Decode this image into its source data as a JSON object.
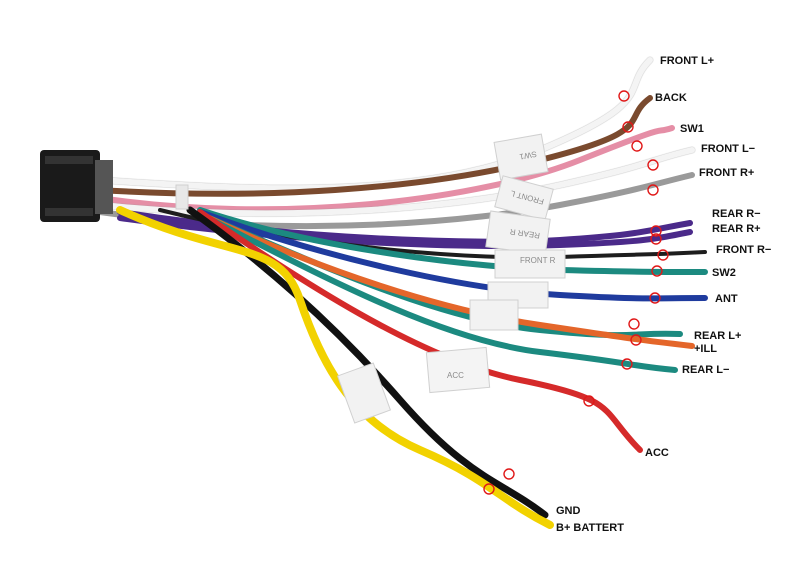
{
  "wires": [
    {
      "id": "front-l-plus",
      "label": "FRONT L+",
      "color": "#f4f4f4"
    },
    {
      "id": "back",
      "label": "BACK",
      "color": "#7a4a2e"
    },
    {
      "id": "sw1",
      "label": "SW1",
      "color": "#e58ea6"
    },
    {
      "id": "front-l-minus",
      "label": "FRONT L−",
      "color": "#f4f4f4"
    },
    {
      "id": "front-r-plus",
      "label": "FRONT R+",
      "color": "#9a9a9a"
    },
    {
      "id": "rear-r-minus",
      "label": "REAR R−",
      "color": "#4b2a8a"
    },
    {
      "id": "rear-r-plus",
      "label": "REAR R+",
      "color": "#4b2a8a"
    },
    {
      "id": "front-r-minus",
      "label": "FRONT R−",
      "color": "#1d1d1d"
    },
    {
      "id": "sw2",
      "label": "SW2",
      "color": "#1c8a80"
    },
    {
      "id": "ant",
      "label": "ANT",
      "color": "#1f3b9e"
    },
    {
      "id": "rear-l-plus",
      "label": "REAR L+",
      "color": "#1c8a80"
    },
    {
      "id": "ill",
      "label": "+ILL",
      "color": "#e4662a"
    },
    {
      "id": "rear-l-minus",
      "label": "REAR L−",
      "color": "#1c8a80"
    },
    {
      "id": "acc",
      "label": "ACC",
      "color": "#d52a2a"
    },
    {
      "id": "gnd",
      "label": "GND",
      "color": "#111111"
    },
    {
      "id": "b-battery",
      "label": "B+ BATTERT",
      "color": "#f2d200"
    }
  ],
  "tags": {
    "sw1": "SW1",
    "front_l": "FRONT L",
    "rear_r": "REAR R",
    "front_r": "FRONT R",
    "acc": "ACC"
  },
  "connector_color": "#1a1a1a",
  "marker_color": "#e01818"
}
